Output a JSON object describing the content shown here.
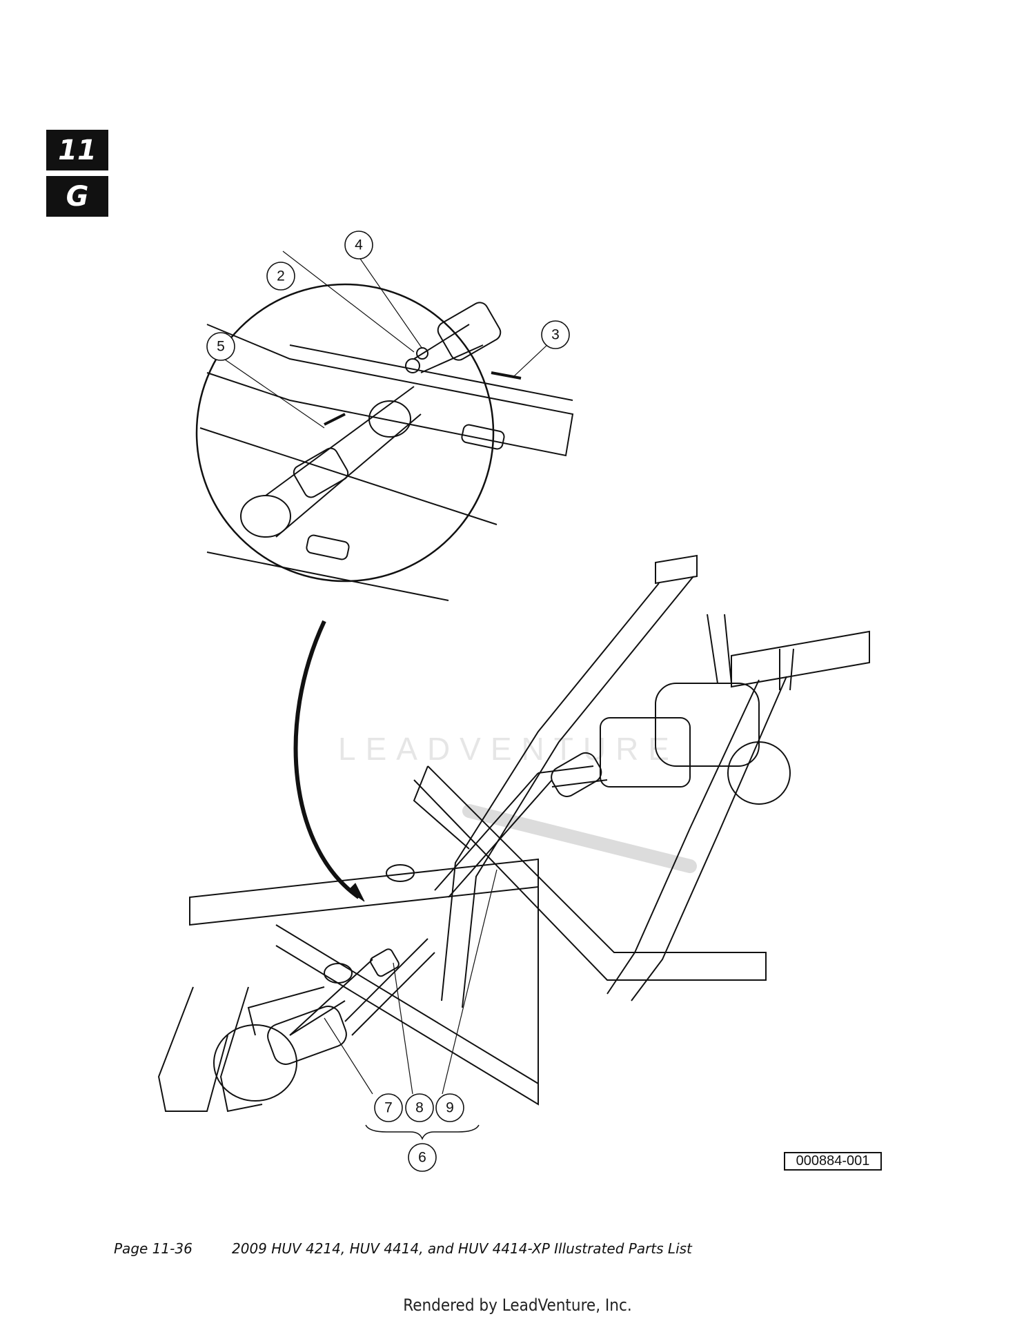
{
  "section_tabs": {
    "chapter": "11",
    "section": "G"
  },
  "callouts": [
    "2",
    "3",
    "4",
    "5",
    "6",
    "7",
    "8",
    "9"
  ],
  "figure_id": "000884-001",
  "watermark": "LEADVENTURE",
  "footer": {
    "page": "Page 11-36",
    "title": "2009 HUV 4214, HUV 4414, and HUV 4414-XP Illustrated Parts List"
  },
  "rendered_by": "Rendered by LeadVenture, Inc."
}
